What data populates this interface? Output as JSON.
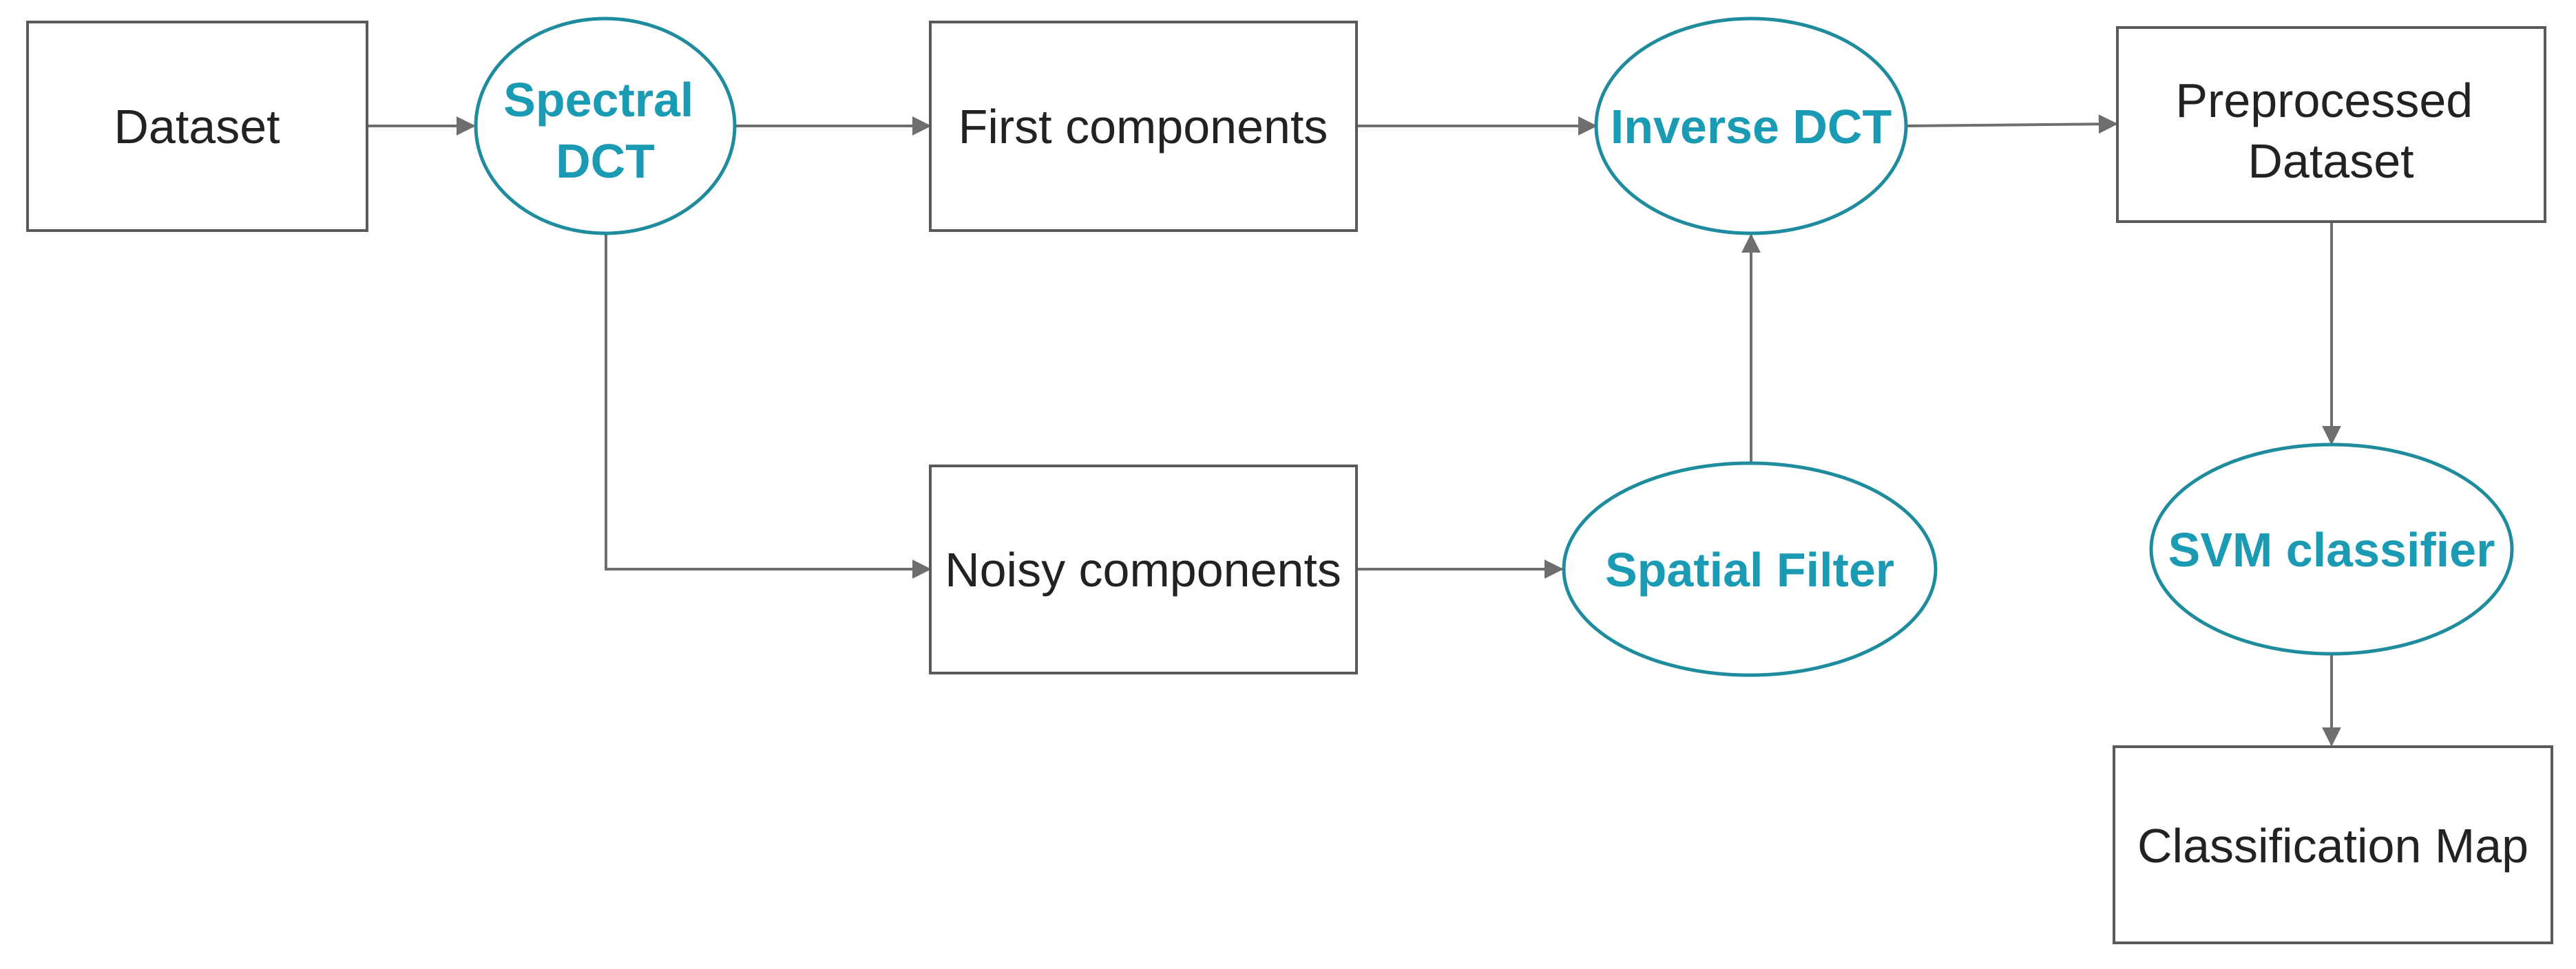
{
  "colors": {
    "box_stroke": "#595959",
    "box_text": "#222222",
    "oval_stroke": "#1f8c9e",
    "oval_text": "#1a9bb3",
    "connector": "#6e6e6e"
  },
  "nodes": {
    "dataset": {
      "lines": [
        "Dataset"
      ]
    },
    "spectral_dct": {
      "lines": [
        "Spectral",
        "DCT"
      ]
    },
    "first_components": {
      "lines": [
        "First components"
      ]
    },
    "inverse_dct": {
      "lines": [
        "Inverse DCT"
      ]
    },
    "preprocessed_dataset": {
      "lines": [
        "Preprocessed",
        "Dataset"
      ]
    },
    "noisy_components": {
      "lines": [
        "Noisy components"
      ]
    },
    "spatial_filter": {
      "lines": [
        "Spatial Filter"
      ]
    },
    "svm_classifier": {
      "lines": [
        "SVM classifier"
      ]
    },
    "classification_map": {
      "lines": [
        "Classification Map"
      ]
    }
  },
  "edges": [
    {
      "from": "dataset",
      "to": "spectral_dct"
    },
    {
      "from": "spectral_dct",
      "to": "first_components"
    },
    {
      "from": "first_components",
      "to": "inverse_dct"
    },
    {
      "from": "inverse_dct",
      "to": "preprocessed_dataset"
    },
    {
      "from": "spectral_dct",
      "to": "noisy_components"
    },
    {
      "from": "noisy_components",
      "to": "spatial_filter"
    },
    {
      "from": "spatial_filter",
      "to": "inverse_dct"
    },
    {
      "from": "preprocessed_dataset",
      "to": "svm_classifier"
    },
    {
      "from": "svm_classifier",
      "to": "classification_map"
    }
  ]
}
